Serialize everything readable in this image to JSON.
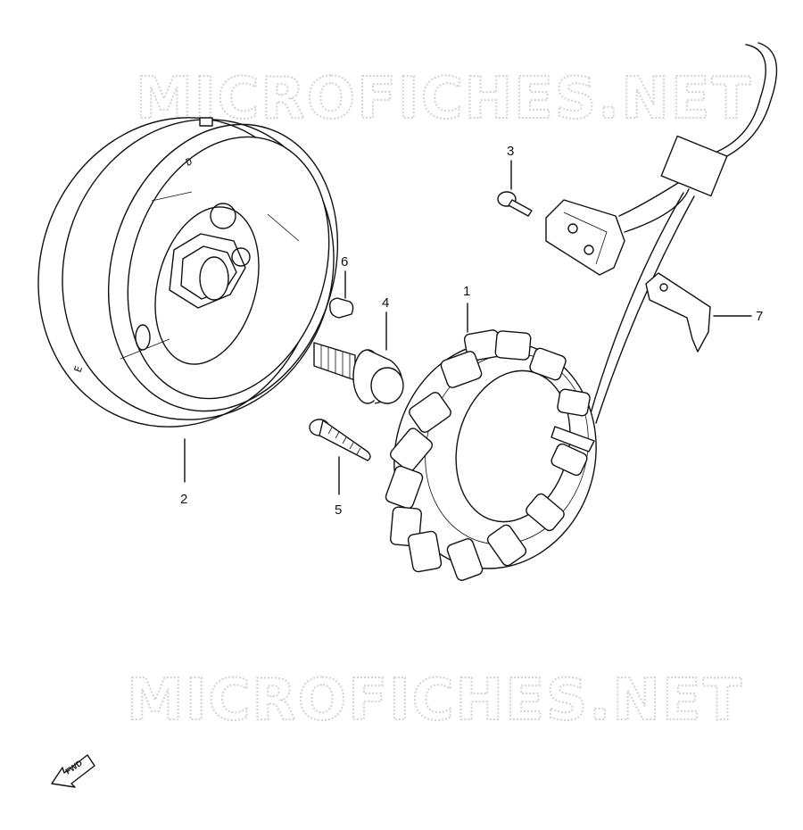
{
  "watermark": {
    "text": "MICROFICHES.NET"
  },
  "callouts": [
    {
      "id": "stator-coil",
      "label": "1"
    },
    {
      "id": "rotor",
      "label": "2"
    },
    {
      "id": "screw",
      "label": "3"
    },
    {
      "id": "rotor-bolt",
      "label": "4"
    },
    {
      "id": "stator-bolt",
      "label": "5"
    },
    {
      "id": "key",
      "label": "6"
    },
    {
      "id": "lead-clamp",
      "label": "7"
    }
  ],
  "fwd_indicator": {
    "label": "FWD"
  }
}
